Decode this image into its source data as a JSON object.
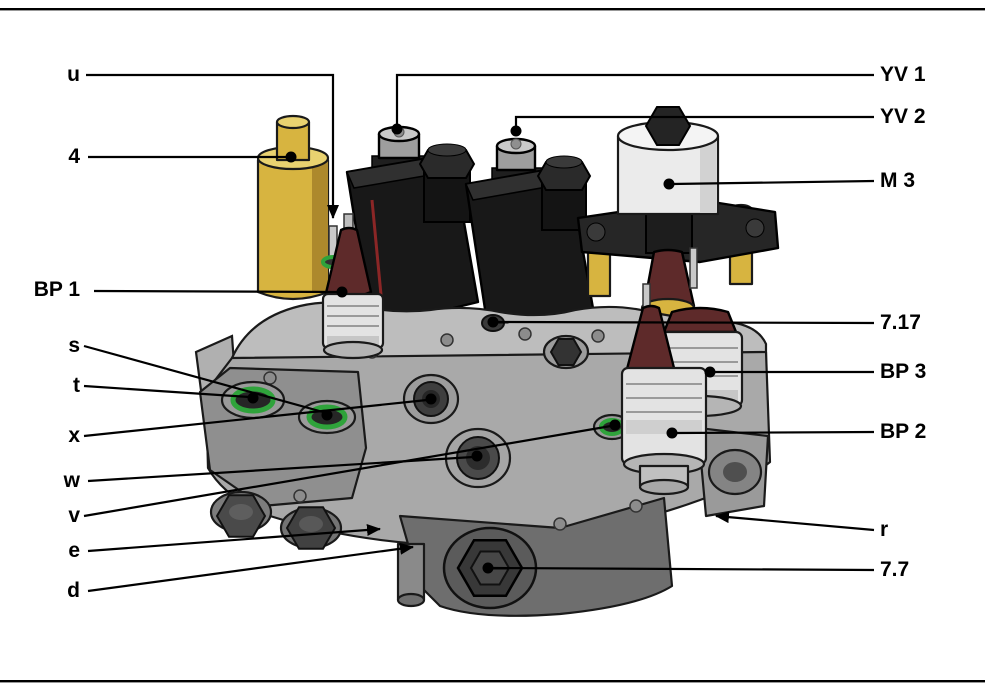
{
  "figure": {
    "callouts_left": [
      {
        "key": "u",
        "label": "u"
      },
      {
        "key": "4",
        "label": "4"
      },
      {
        "key": "bp1",
        "label": "BP 1"
      },
      {
        "key": "s",
        "label": "s"
      },
      {
        "key": "t",
        "label": "t"
      },
      {
        "key": "x",
        "label": "x"
      },
      {
        "key": "w",
        "label": "w"
      },
      {
        "key": "v",
        "label": "v"
      },
      {
        "key": "e",
        "label": "e"
      },
      {
        "key": "d",
        "label": "d"
      }
    ],
    "callouts_right": [
      {
        "key": "yv1",
        "label": "YV 1"
      },
      {
        "key": "yv2",
        "label": "YV 2"
      },
      {
        "key": "m3",
        "label": "M 3"
      },
      {
        "key": "7_17",
        "label": "7.17"
      },
      {
        "key": "bp3",
        "label": "BP 3"
      },
      {
        "key": "bp2",
        "label": "BP 2"
      },
      {
        "key": "r",
        "label": "r"
      },
      {
        "key": "7_7",
        "label": "7.7"
      }
    ]
  },
  "colors": {
    "line": "#000000",
    "gold": "#d7b440",
    "gold-dark": "#ad892c",
    "gold-light": "#e9d270",
    "coil-black": "#181818",
    "coil-top": "#303030",
    "metal-light": "#c9c9c9",
    "metal-mid": "#9e9e9e",
    "motor-white": "#ebebeb",
    "maroon": "#5e2a2a",
    "body-white": "#e3e3e3",
    "manifold-light": "#bdbdbd",
    "manifold-mid": "#a9a9a9",
    "manifold-dark": "#8f8f8f",
    "skirt": "#6e6e6e",
    "plug-dark": "#4a4a4a",
    "port-dark": "#383838",
    "oring-green": "#2fa33b"
  }
}
